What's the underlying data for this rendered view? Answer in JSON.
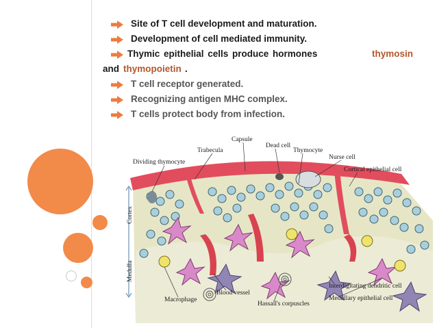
{
  "colors": {
    "accent": "#ec7c3e",
    "highlight": "#b5562a"
  },
  "bullets": [
    {
      "text": "Site of T cell development and maturation."
    },
    {
      "text": "Development of cell mediated immunity."
    },
    {
      "text": "T cell receptor generated."
    },
    {
      "text": "Recognizing  antigen MHC complex."
    },
    {
      "text": "T cells protect body from infection."
    }
  ],
  "thymic": {
    "part1": "Thymic  epithelial  cells  produce  hormones",
    "term1": "thymosin",
    "part2": "and",
    "term2": "thymopoietin",
    "end": "."
  },
  "diagram": {
    "labels": {
      "capsule": "Capsule",
      "dead_cell": "Dead cell",
      "trabecula": "Trabecula",
      "thymocyte": "Thymocyte",
      "dividing_thymocyte": "Dividing thymocyte",
      "nurse_cell": "Nurse cell",
      "cortical_epithelial_cell": "Cortical epithelial cell",
      "cortex": "Cortex",
      "medulla": "Medulla",
      "interdigitating_dendritic_cell": "Interdigitating dendritic cell",
      "blood_vessel": "Blood vessel",
      "macrophage": "Macrophage",
      "hassalls_corpuscles": "Hassall's corpuscles",
      "medullary_epithelial_cell": "Medullary epithelial cell"
    }
  }
}
